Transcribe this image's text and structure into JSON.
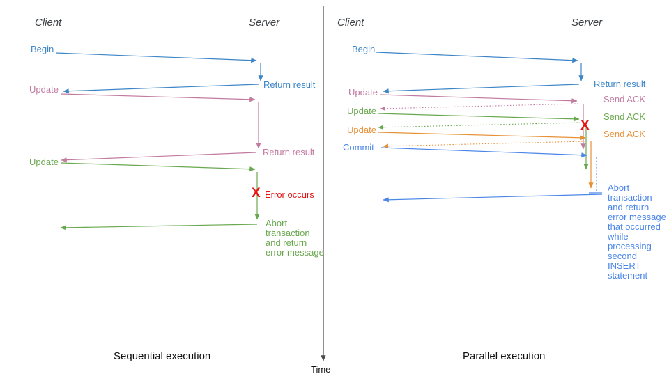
{
  "palette": {
    "blue": "#3d85c6",
    "commit_blue": "#4a86e8",
    "pink": "#c27ba0",
    "green": "#6aa84f",
    "orange": "#e69138",
    "red": "#e81313",
    "header_gray": "#3f4347",
    "text_black": "#111111",
    "axis_gray": "#4a4a4a"
  },
  "icons": {
    "error_x": "X"
  },
  "time_axis": {
    "label": "Time"
  },
  "left_diagram": {
    "title": "Sequential execution",
    "client_header": "Client",
    "server_header": "Server",
    "begin_label": "Begin",
    "return_result_1": "Return result",
    "update_1": "Update",
    "return_result_2": "Return result",
    "update_2": "Update",
    "error_label": "Error occurs",
    "abort_label": "Abort transaction and return error message"
  },
  "right_diagram": {
    "title": "Parallel execution",
    "client_header": "Client",
    "server_header": "Server",
    "begin_label": "Begin",
    "return_result": "Return result",
    "update_1": "Update",
    "send_ack_1": "Send ACK",
    "update_2": "Update",
    "send_ack_2": "Send ACK",
    "update_3": "Update",
    "send_ack_3": "Send ACK",
    "commit_label": "Commit",
    "abort_label": "Abort transaction and return error message that occurred while processing second INSERT statement"
  }
}
